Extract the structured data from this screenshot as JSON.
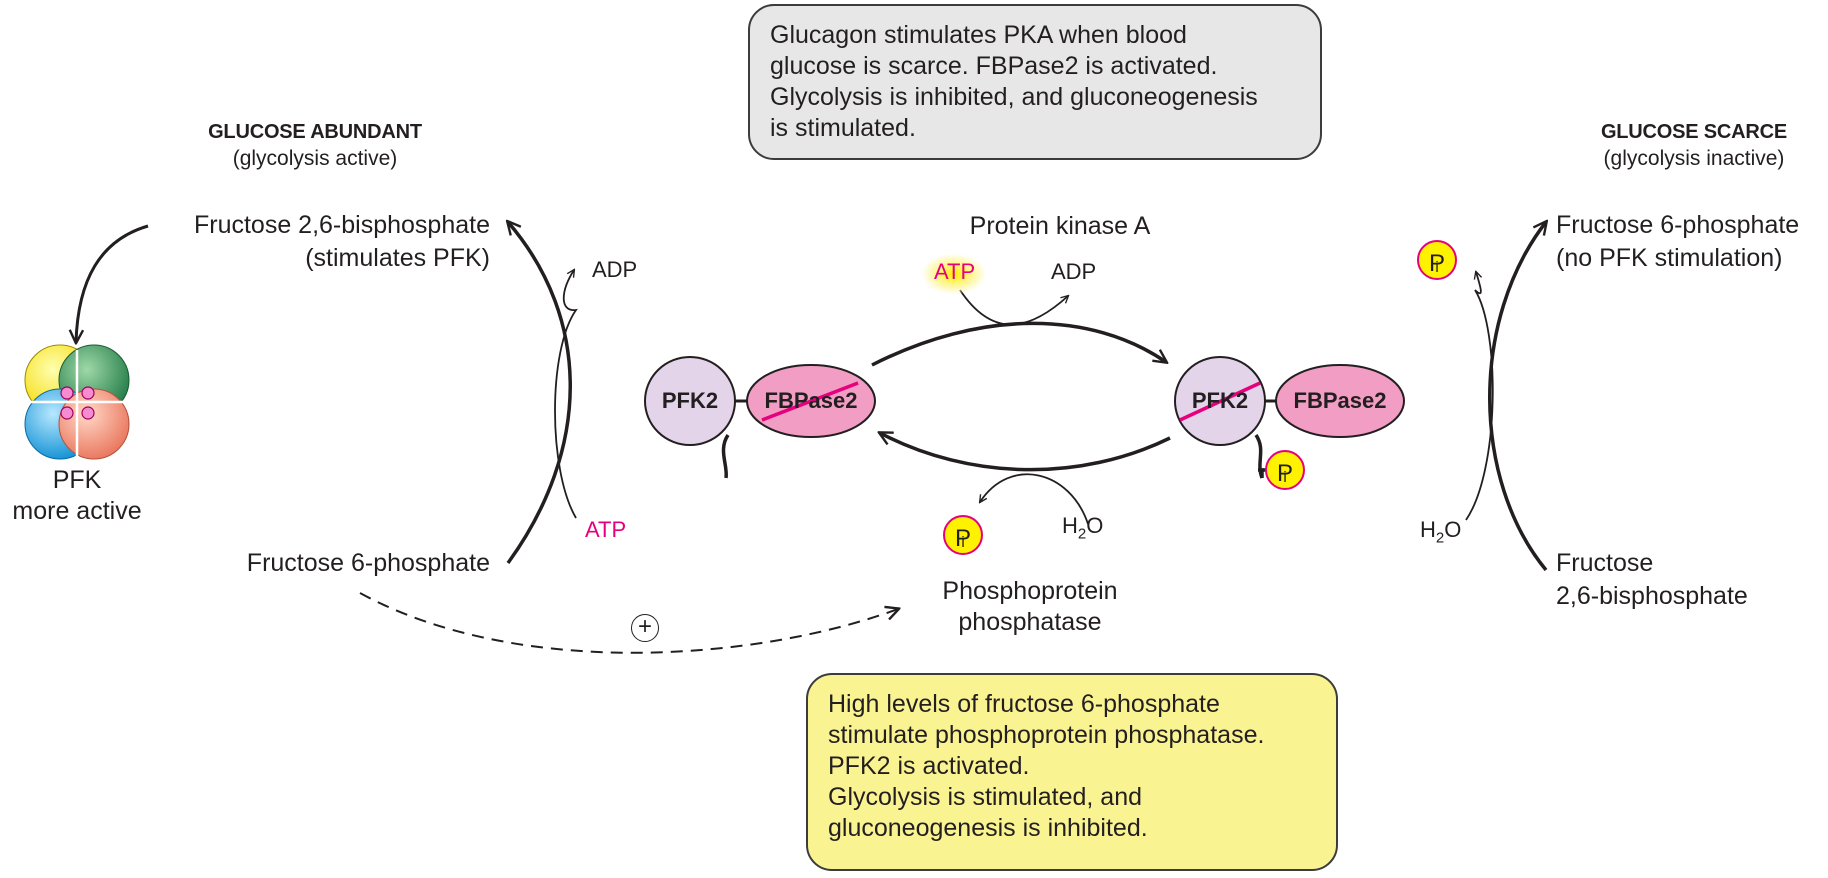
{
  "notes": {
    "top": "Glucagon stimulates PKA when blood\nglucose is scarce. FBPase2 is activated.\nGlycolysis is inhibited, and gluconeogenesis\nis stimulated.",
    "bottom": "High levels of fructose 6-phosphate\nstimulate phosphoprotein phosphatase.\nPFK2 is activated.\nGlycolysis is stimulated, and\ngluconeogenesis is inhibited."
  },
  "left": {
    "header": "GLUCOSE ABUNDANT",
    "subheader": "(glycolysis active)",
    "product_line1": "Fructose 2,6-bisphosphate",
    "product_line2": "(stimulates PFK)",
    "substrate": "Fructose 6-phosphate",
    "adp": "ADP",
    "atp": "ATP",
    "pfk_line1": "PFK",
    "pfk_line2": "more active"
  },
  "right": {
    "header": "GLUCOSE SCARCE",
    "subheader": "(glycolysis inactive)",
    "product_line1": "Fructose 6-phosphate",
    "product_line2": "(no PFK stimulation)",
    "substrate_line1": "Fructose",
    "substrate_line2": "2,6-bisphosphate",
    "water": "H",
    "water_sub": "2",
    "water_end": "O"
  },
  "center": {
    "kinase": "Protein kinase A",
    "atp": "ATP",
    "adp": "ADP",
    "phosphatase_line1": "Phosphoprotein",
    "phosphatase_line2": "phosphatase",
    "water": "H",
    "water_sub": "2",
    "water_end": "O",
    "plus": "+"
  },
  "enzymes": {
    "pfk2": "PFK2",
    "fbpase2": "FBPase2"
  },
  "phosphate": {
    "letter": "P",
    "sub": "i"
  },
  "colors": {
    "pfk2_fill": "#e4d4ea",
    "fbpase2_fill": "#f29dc4",
    "strike": "#e6007e",
    "atp_text": "#e6007e",
    "pi_fill": "#fff200",
    "note_top_fill": "#e7e7e7",
    "note_bottom_fill": "#faf392",
    "pfk_yellow": "#fff200",
    "pfk_green": "#2e8b57",
    "pfk_blue": "#1fa3df",
    "pfk_salmon": "#ef8a6d"
  }
}
